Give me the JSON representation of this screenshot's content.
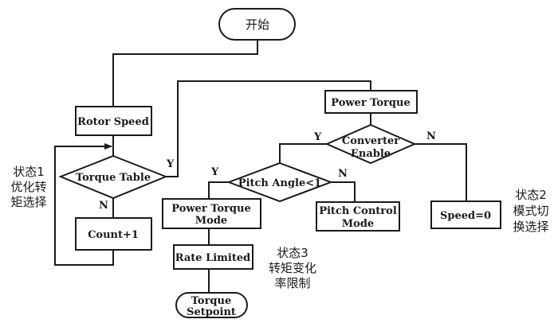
{
  "diagram": {
    "type": "flowchart",
    "nodes": {
      "start": "开始",
      "rotor_speed": "Rotor Speed",
      "torque_table": "Torque Table",
      "count": "Count+1",
      "power_torque": "Power Torque",
      "converter_enable": [
        "Converter",
        "Enable"
      ],
      "pitch_angle": "Pitch Angle<1",
      "power_torque_mode": [
        "Power Torque",
        "Mode"
      ],
      "pitch_control_mode": [
        "Pitch Control",
        "Mode"
      ],
      "speed_zero": "Speed=0",
      "rate_limited": "Rate Limited",
      "torque_setpoint": [
        "Torque",
        "Setpoint"
      ]
    },
    "edge_labels": {
      "torque_table_yes": "Y",
      "torque_table_no": "N",
      "converter_yes": "Y",
      "converter_no": "N",
      "pitch_yes": "Y",
      "pitch_no": "N"
    },
    "annotations": {
      "state1": [
        "状态1",
        "优化转",
        "矩选择"
      ],
      "state2": [
        "状态2",
        "模式切",
        "换选择"
      ],
      "state3": [
        "状态3",
        "转矩变化",
        "率限制"
      ]
    },
    "colors": {
      "line": "#1a1a1a",
      "fill": "#ffffff"
    }
  }
}
